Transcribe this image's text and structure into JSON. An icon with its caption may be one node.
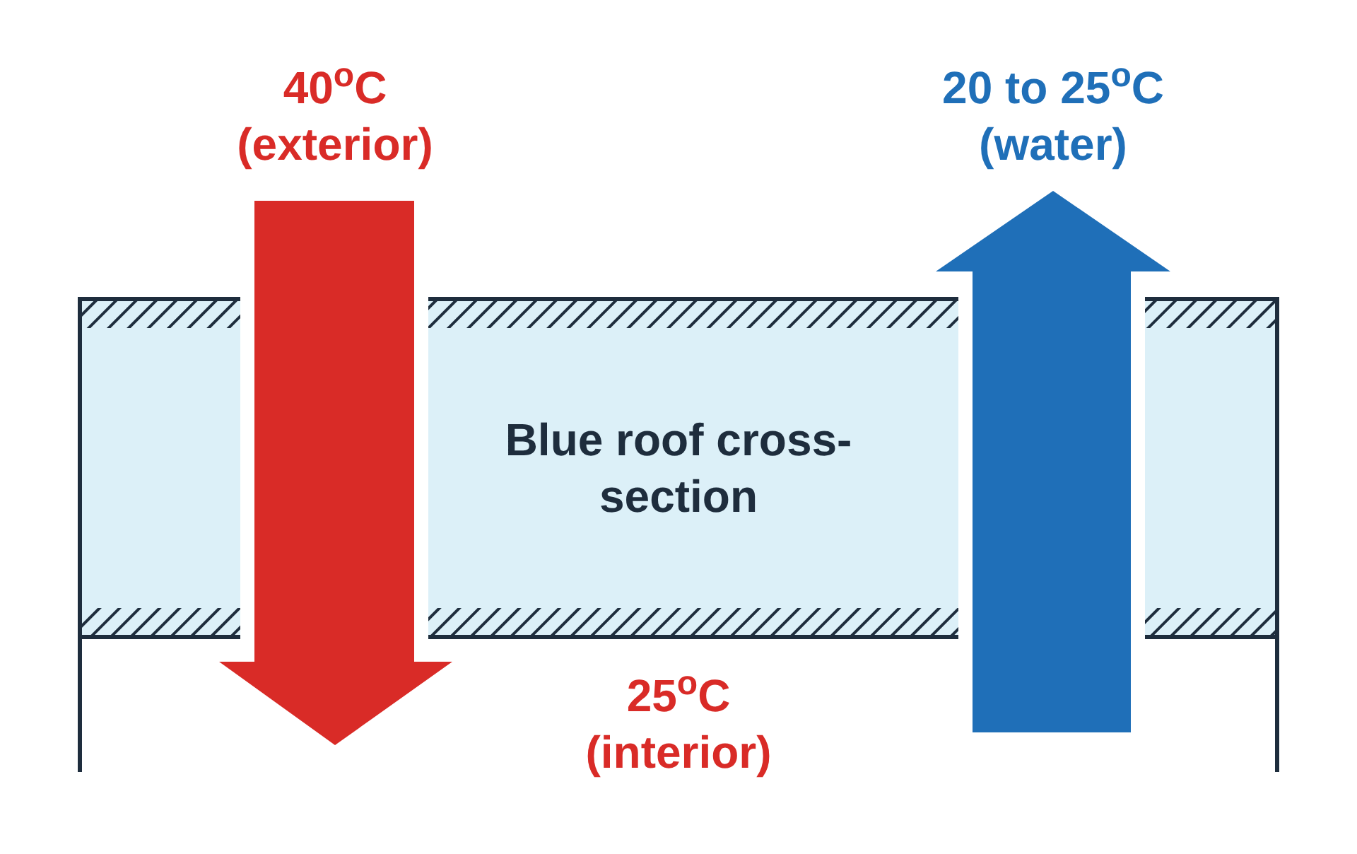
{
  "diagram": {
    "nodes": [
      {
        "text": [
          "Blue roof cross-section"
        ]
      }
    ],
    "edges": [],
    "labels": [
      "40$^{o}$C (exterior)",
      "20 to 25$^{o}$C (water)",
      "25$^{o}$C (interior)"
    ]
  }
}
